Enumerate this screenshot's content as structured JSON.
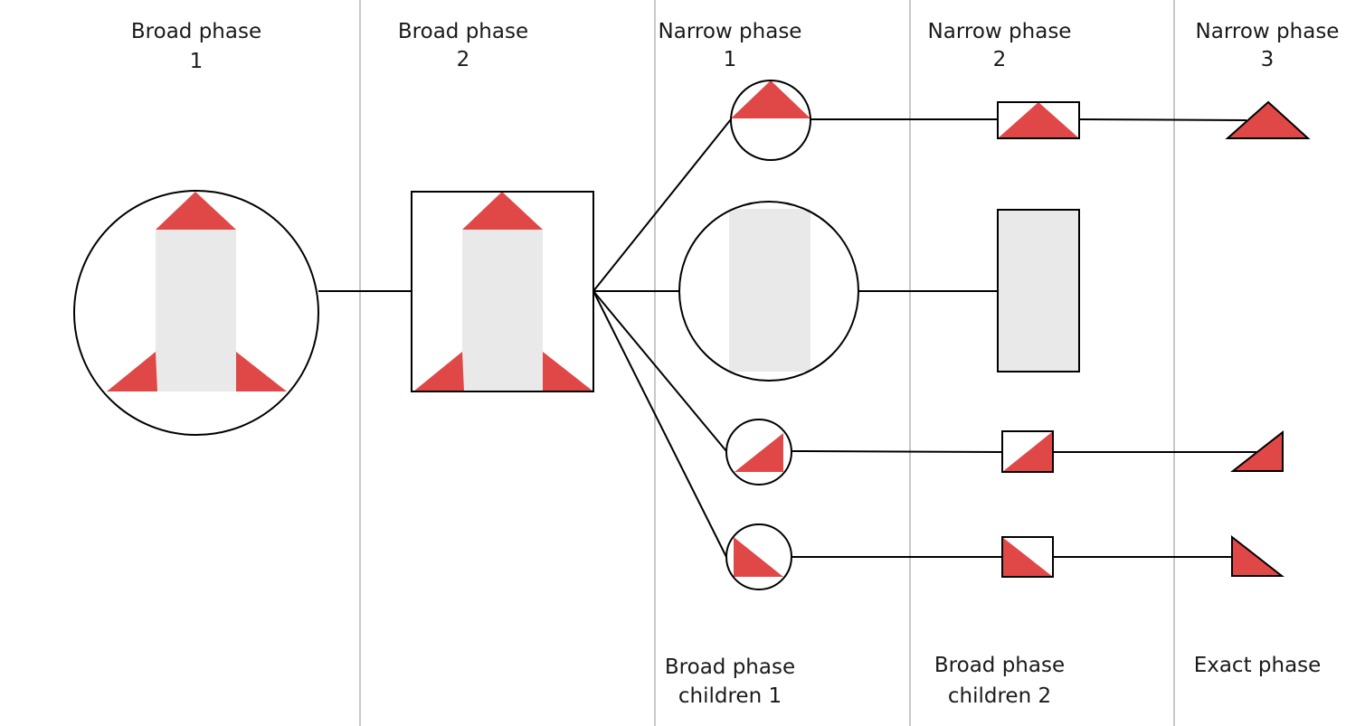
{
  "colors": {
    "red": "#e04848",
    "grey": "#e9e9e9",
    "separator": "#c8c8c8",
    "stroke": "#000000"
  },
  "columns": [
    {
      "id": "bp1",
      "line1": "Broad phase",
      "line2": "1"
    },
    {
      "id": "bp2",
      "line1": "Broad phase",
      "line2": "2"
    },
    {
      "id": "np1",
      "line1": "Narrow phase",
      "line2": "1"
    },
    {
      "id": "np2",
      "line1": "Narrow phase",
      "line2": "2"
    },
    {
      "id": "np3",
      "line1": "Narrow phase",
      "line2": "3"
    }
  ],
  "footer": [
    {
      "id": "bpc1",
      "line1": "Broad phase",
      "line2": "children 1"
    },
    {
      "id": "bpc2",
      "line1": "Broad phase",
      "line2": "children 2"
    },
    {
      "id": "exact",
      "line1": "Exact phase",
      "line2": ""
    }
  ]
}
